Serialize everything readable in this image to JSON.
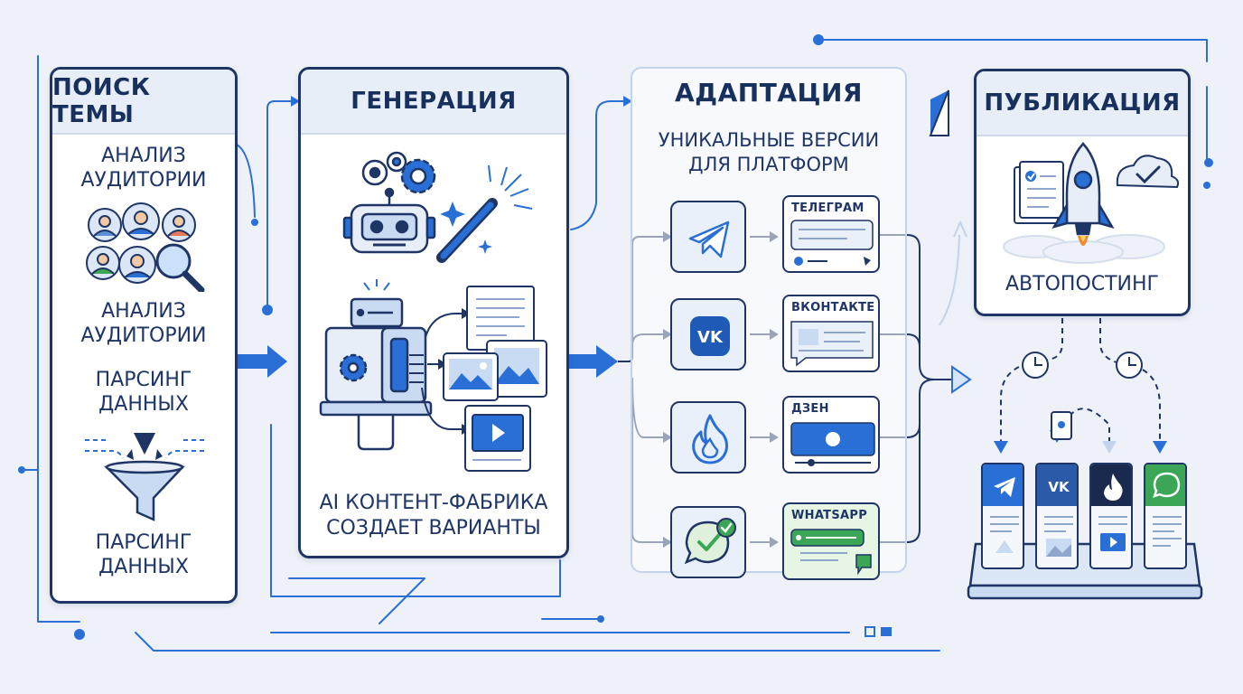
{
  "stages": {
    "search": {
      "title": "ПОИСК ТЕМЫ",
      "label1": "АНАЛИЗ\nАУДИТОРИИ",
      "label2": "АНАЛИЗ\nАУДИТОРИИ",
      "label3": "ПАРСИНГ\nДАННЫХ",
      "label4": "ПАРСИНГ\nДАННЫХ"
    },
    "generation": {
      "title": "ГЕНЕРАЦИЯ",
      "caption": "AI КОНТЕНТ-ФАБРИКА\nСОЗДАЕТ ВАРИАНТЫ"
    },
    "adaptation": {
      "title": "АДАПТАЦИЯ",
      "subtitle": "УНИКАЛЬНЫЕ ВЕРСИИ\nДЛЯ ПЛАТФОРМ",
      "platforms": [
        {
          "icon": "telegram-icon",
          "card_label": "ТЕЛЕГРАМ"
        },
        {
          "icon": "vk-icon",
          "card_label": "ВКОНТАКТЕ",
          "logo_text": "VK"
        },
        {
          "icon": "dzen-flame-icon",
          "card_label": "ДЗЕН"
        },
        {
          "icon": "whatsapp-icon",
          "card_label": "WHATSAPP"
        }
      ]
    },
    "publication": {
      "title": "ПУБЛИКАЦИЯ",
      "caption": "АВТОПОСТИНГ"
    }
  },
  "output_channels": [
    "telegram-icon",
    "vk-icon",
    "dzen-flame-icon",
    "whatsapp-icon"
  ],
  "colors": {
    "navy": "#1e3566",
    "accent": "#2a6fd6",
    "panel_head": "#e8eef8",
    "background": "#eef2f8",
    "whatsapp_green": "#3aa656"
  }
}
